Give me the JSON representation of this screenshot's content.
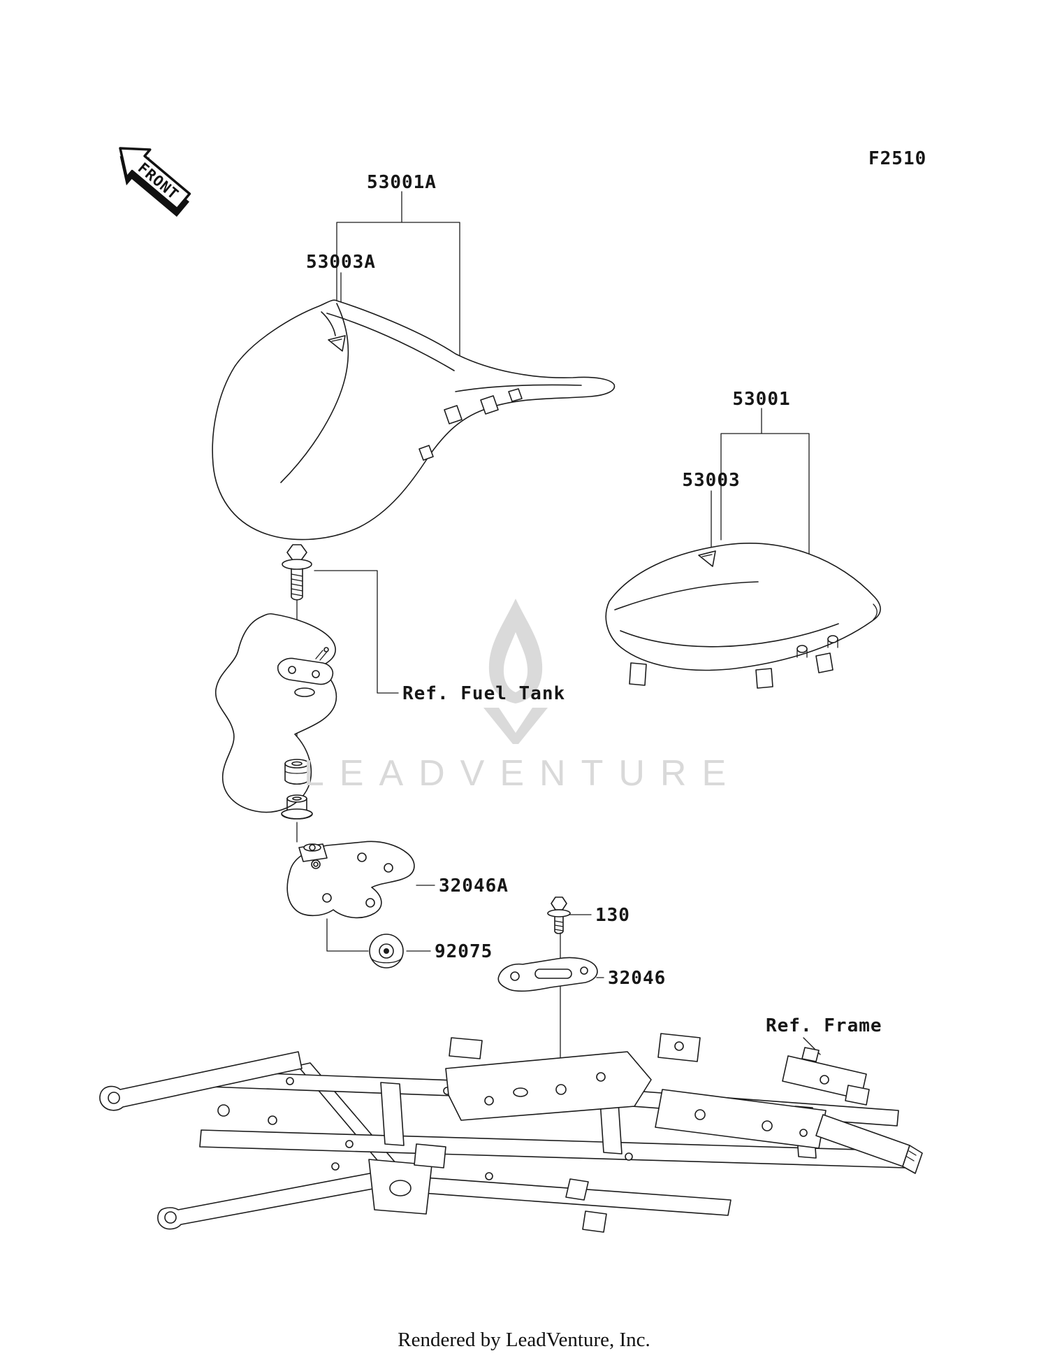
{
  "page": {
    "figure_code": "F2510",
    "front_arrow_label": "FRONT",
    "watermark_text": "LEADVENTURE",
    "footer_text": "Rendered by LeadVenture, Inc."
  },
  "part_labels": {
    "seat_front_assy": "53001A",
    "seat_front": "53003A",
    "seat_rear_assy": "53001",
    "seat_rear": "53003",
    "ref_fuel_tank": "Ref. Fuel Tank",
    "bracket_a": "32046A",
    "damper": "92075",
    "bolt": "130",
    "bracket": "32046",
    "ref_frame": "Ref. Frame"
  }
}
